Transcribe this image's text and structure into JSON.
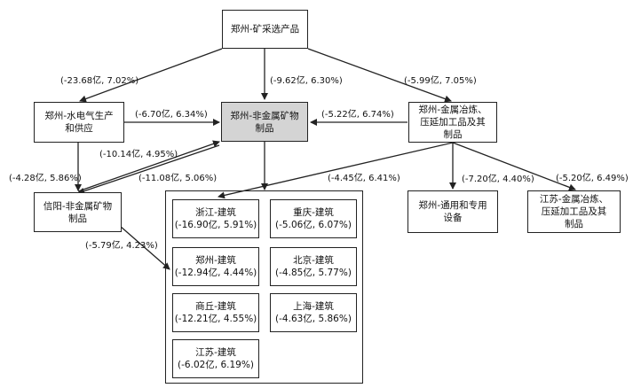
{
  "nodes": {
    "zz_mining": "郑州-矿采选产品",
    "zz_utilities": [
      "郑州-水电气生产",
      "和供应"
    ],
    "zz_nonmetal": [
      "郑州-非金属矿物",
      "制品"
    ],
    "zz_metal": [
      "郑州-金属冶炼、",
      "压延加工品及其",
      "制品"
    ],
    "xy_nonmetal": [
      "信阳-非金属矿物",
      "制品"
    ],
    "zz_equipment": [
      "郑州-通用和专用",
      "设备"
    ],
    "js_metal": [
      "江苏-金属冶炼、",
      "压延加工品及其",
      "制品"
    ]
  },
  "construction": [
    {
      "name": "浙江-建筑",
      "value": "(-16.90亿, 5.91%)"
    },
    {
      "name": "重庆-建筑",
      "value": "(-5.06亿, 6.07%)"
    },
    {
      "name": "郑州-建筑",
      "value": "(-12.94亿, 4.44%)"
    },
    {
      "name": "北京-建筑",
      "value": "(-4.85亿, 5.77%)"
    },
    {
      "name": "商丘-建筑",
      "value": "(-12.21亿, 4.55%)"
    },
    {
      "name": "上海-建筑",
      "value": "(-4.63亿, 5.86%)"
    },
    {
      "name": "江苏-建筑",
      "value": "(-6.02亿, 6.19%)"
    }
  ],
  "edge_labels": {
    "mining_to_utilities": "(-23.68亿, 7.02%)",
    "mining_to_nonmetal": "(-9.62亿, 6.30%)",
    "mining_to_metal": "(-5.99亿, 7.05%)",
    "utilities_to_nonmetal": "(-6.70亿, 6.34%)",
    "metal_to_nonmetal": "(-5.22亿, 6.74%)",
    "xinyang_to_nonmetal": "(-10.14亿, 4.95%)",
    "nonmetal_to_xinyang": "(-11.08亿, 5.06%)",
    "utilities_to_xinyang": "(-4.28亿, 5.86%)",
    "metal_to_construction": "(-4.45亿, 6.41%)",
    "metal_to_equipment": "(-7.20亿, 4.40%)",
    "metal_to_jiangsu": "(-5.20亿, 6.49%)",
    "xinyang_to_construction": "(-5.79亿, 4.23%)"
  }
}
